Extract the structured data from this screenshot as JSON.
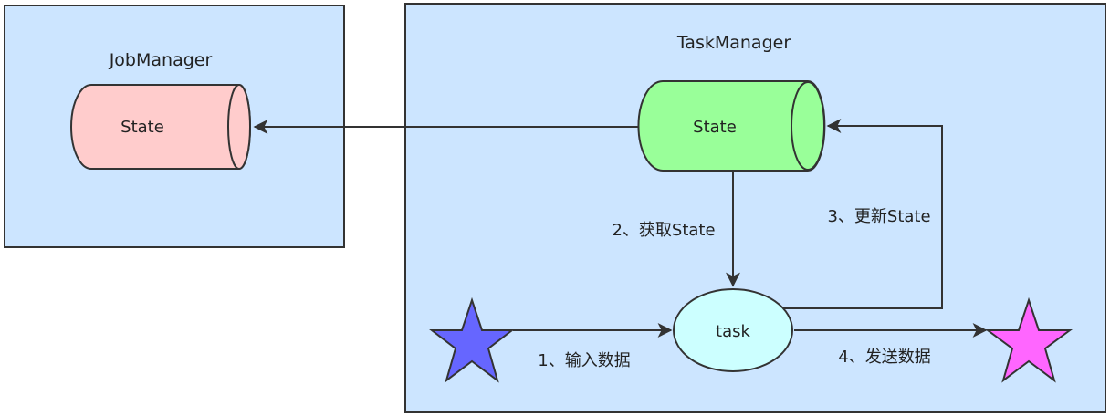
{
  "diagram": {
    "job_manager": {
      "title": "JobManager",
      "state_label": "State"
    },
    "task_manager": {
      "title": "TaskManager",
      "state_label": "State",
      "task_label": "task"
    },
    "steps": {
      "step1": "1、输入数据",
      "step2": "2、获取State",
      "step3": "3、更新State",
      "step4": "4、发送数据"
    }
  },
  "colors": {
    "panel_fill": "#cce5ff",
    "panel_stroke": "#333333",
    "jm_state_fill": "#ffcccc",
    "tm_state_fill": "#99ff99",
    "task_fill": "#ccffff",
    "input_star_fill": "#6666ff",
    "output_star_fill": "#ff66ff",
    "arrow": "#333333"
  }
}
